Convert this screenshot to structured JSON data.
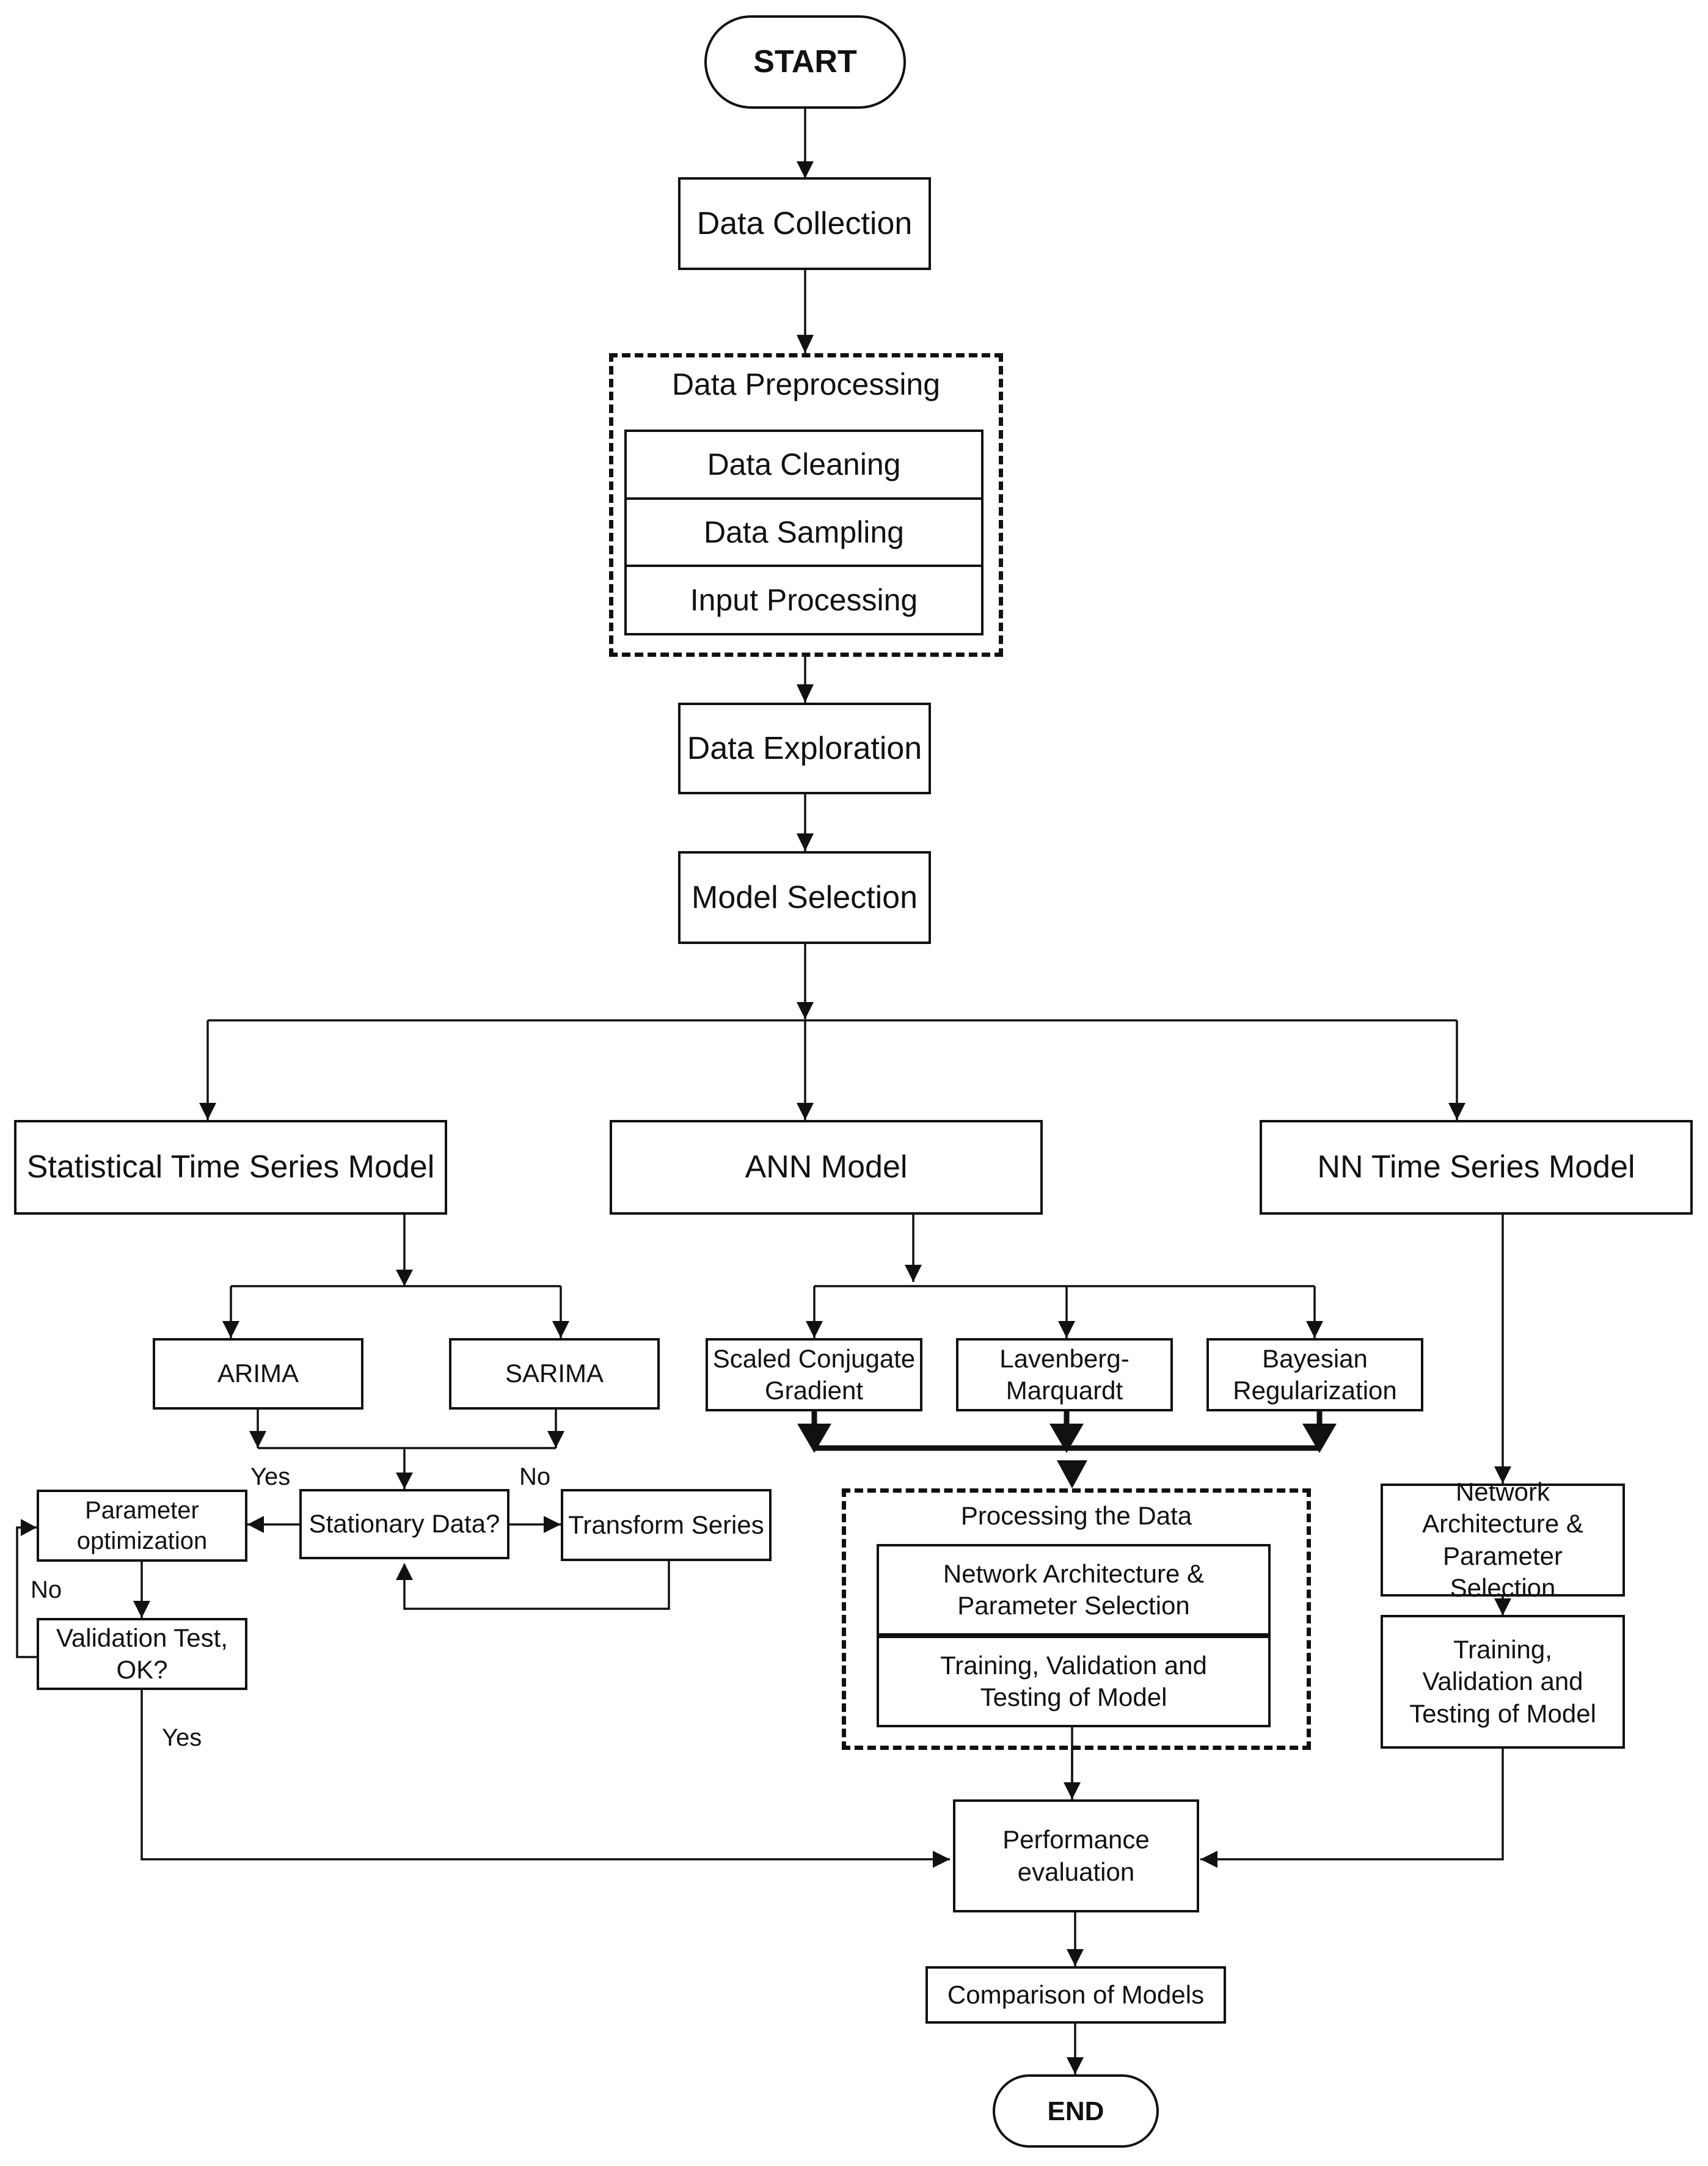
{
  "nodes": {
    "start": "START",
    "data_collection": "Data Collection",
    "preprocessing_title": "Data Preprocessing",
    "data_cleaning": "Data Cleaning",
    "data_sampling": "Data Sampling",
    "input_processing": "Input Processing",
    "data_exploration": "Data Exploration",
    "model_selection": "Model Selection",
    "statistical_model": "Statistical Time Series Model",
    "ann_model": "ANN Model",
    "nn_ts_model": "NN Time Series Model",
    "arima": "ARIMA",
    "sarima": "SARIMA",
    "stationary": "Stationary Data?",
    "transform": "Transform Series",
    "param_opt": "Parameter optimization",
    "validation": "Validation Test, OK?",
    "scg": "Scaled Conjugate Gradient",
    "lm": "Lavenberg-Marquardt",
    "br": "Bayesian Regularization",
    "processing_title": "Processing the Data",
    "ann_arch": "Network Architecture & Parameter Selection",
    "ann_train": "Training, Validation and Testing of Model",
    "nn_arch": "Network Architecture & Parameter Selection",
    "nn_train": "Training, Validation and Testing of Model",
    "performance": "Performance evaluation",
    "comparison": "Comparison of Models",
    "end": "END"
  },
  "edge_labels": {
    "yes_stationary": "Yes",
    "no_stationary": "No",
    "no_validation": "No",
    "yes_validation": "Yes"
  }
}
